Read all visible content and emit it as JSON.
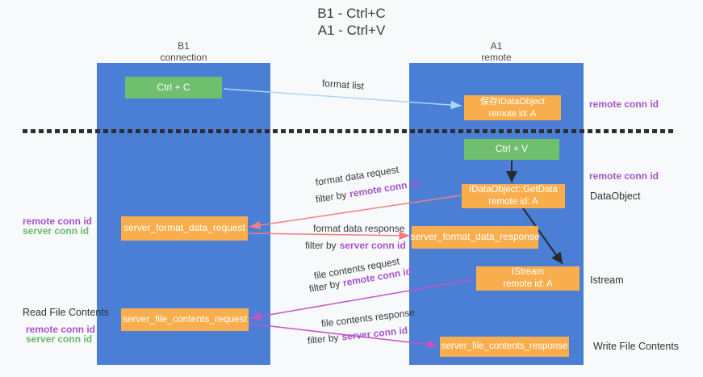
{
  "title": {
    "line1": "B1 - Ctrl+C",
    "line2": "A1 - Ctrl+V"
  },
  "lifelines": {
    "left": {
      "name": "B1",
      "role": "connection"
    },
    "right": {
      "name": "A1",
      "role": "remote"
    }
  },
  "nodes": {
    "ctrl_c": {
      "label": "Ctrl + C"
    },
    "ctrl_v": {
      "label": "Ctrl + V"
    },
    "save_dataobject": {
      "line1": "保存IDataObject",
      "line2": "remote id: A"
    },
    "getdata": {
      "line1": "IDataObject::GetData",
      "line2": "remote id: A"
    },
    "istream": {
      "line1": "IStream",
      "line2": "remote id: A"
    },
    "format_request": {
      "label": "server_format_data_request"
    },
    "format_response": {
      "label": "server_format_data_response"
    },
    "file_request": {
      "label": "server_file_contents_request"
    },
    "file_response": {
      "label": "server_file_contents_response"
    }
  },
  "messages": {
    "format_list": "format list",
    "format_data_request": "format data request",
    "format_data_response": "format data response",
    "file_contents_request": "file contents request",
    "file_contents_response": "file contents response",
    "filter_by": "filter by",
    "remote_conn_id": "remote conn id",
    "server_conn_id": "server conn id"
  },
  "annotations": {
    "remote_conn_id": "remote conn id",
    "server_conn_id": "server conn id",
    "dataobject": "DataObject",
    "istream": "Istream",
    "read_file_contents": "Read File Contents",
    "write_file_contents": "Write File Contents"
  },
  "colors": {
    "lifeline_blue": "#4a7fd5",
    "box_green": "#6fbf6f",
    "box_orange": "#f9ae4d",
    "arrow_light_blue": "#aed6f2",
    "arrow_salmon": "#f08080",
    "arrow_magenta": "#c653c6",
    "arrow_black": "#2a2a2a",
    "text_purple": "#a653c9",
    "text_green": "#66b966"
  }
}
